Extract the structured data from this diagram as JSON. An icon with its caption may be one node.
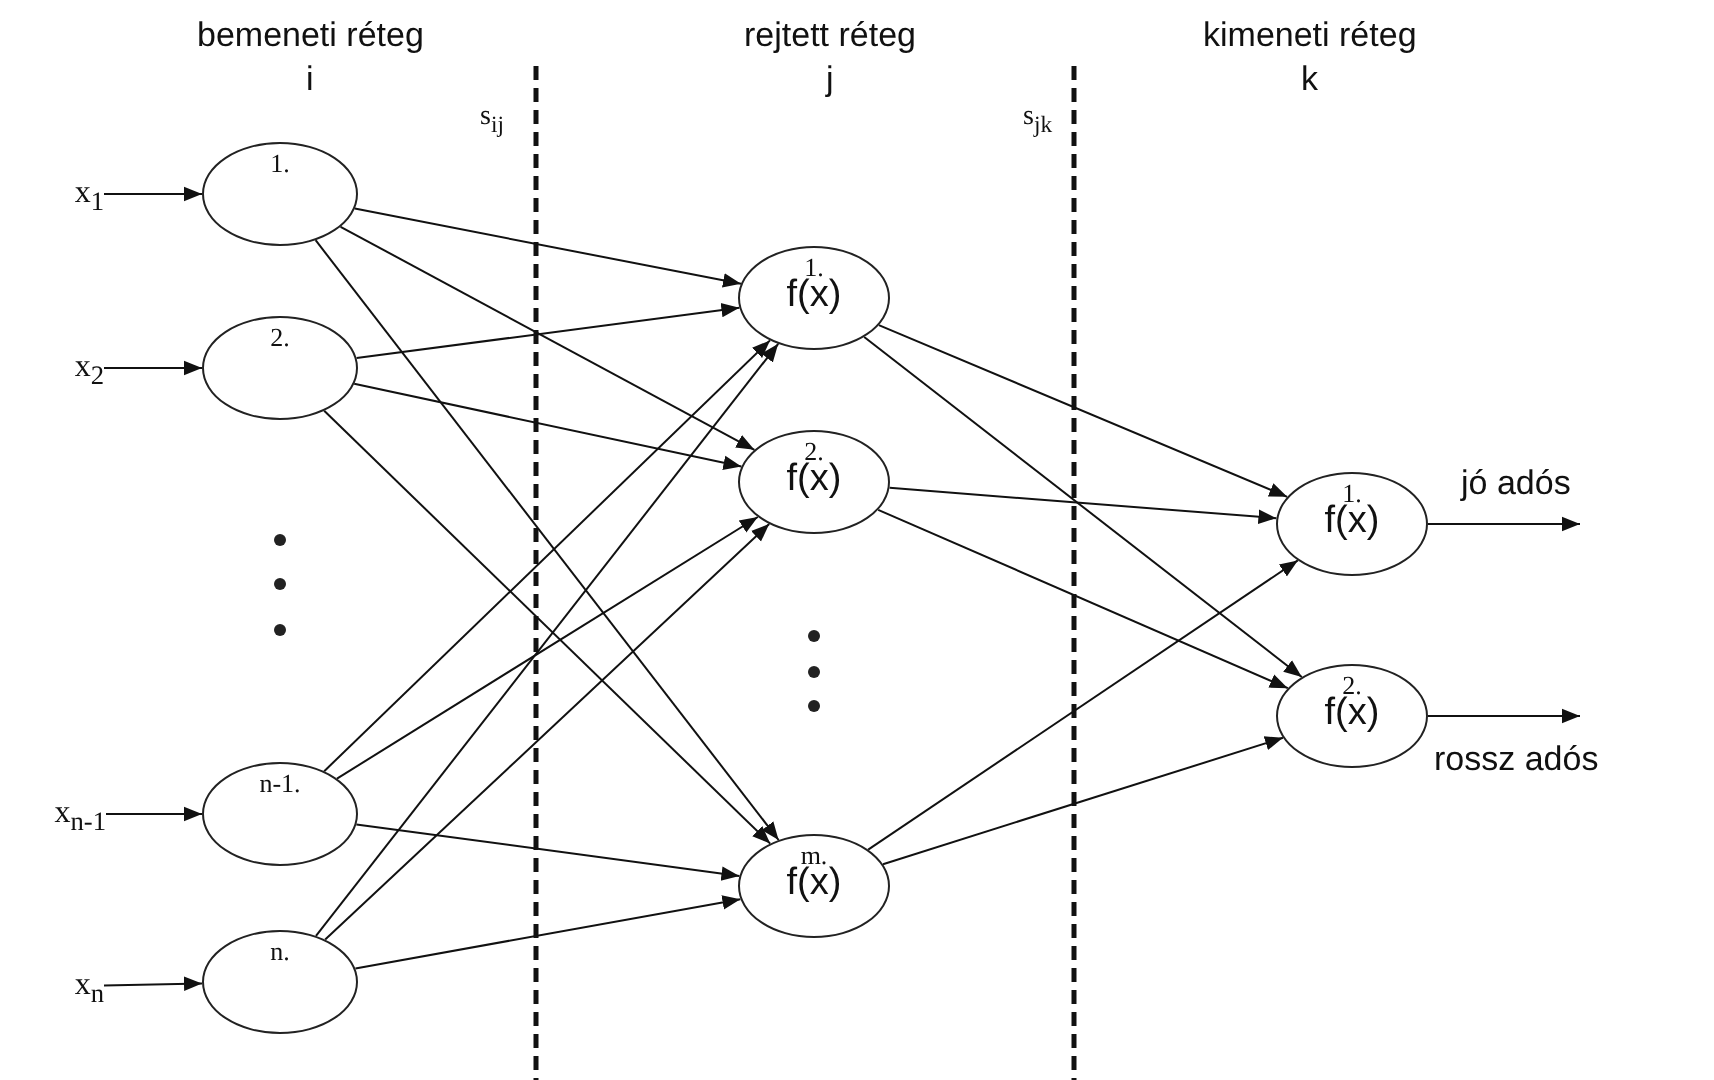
{
  "diagram": {
    "nodes": [
      {
        "text": [
          "x$_{1}$"
        ]
      },
      {
        "text": [
          "x$_{2}$"
        ]
      },
      {
        "text": [
          "x$_{n-1}$"
        ]
      },
      {
        "text": [
          "x$_{n}$"
        ]
      },
      {
        "text": [
          "1."
        ]
      },
      {
        "text": [
          "2."
        ]
      },
      {
        "text": [
          "n-1."
        ]
      },
      {
        "text": [
          "n."
        ]
      },
      {
        "text": [
          "1.",
          "f(x)"
        ]
      },
      {
        "text": [
          "2.",
          "f(x)"
        ]
      },
      {
        "text": [
          "m.",
          "f(x)"
        ]
      },
      {
        "text": [
          "1.",
          "f(x)"
        ]
      },
      {
        "text": [
          "2.",
          "f(x)"
        ]
      }
    ],
    "edges": [
      {
        "from": 0,
        "to": 4,
        "arrow": "to"
      },
      {
        "from": 1,
        "to": 5,
        "arrow": "to"
      },
      {
        "from": 2,
        "to": 6,
        "arrow": "to"
      },
      {
        "from": 3,
        "to": 7,
        "arrow": "to"
      },
      {
        "from": 4,
        "to": 8,
        "arrow": "to"
      },
      {
        "from": 4,
        "to": 9,
        "arrow": "to"
      },
      {
        "from": 4,
        "to": 10,
        "arrow": "to"
      },
      {
        "from": 5,
        "to": 8,
        "arrow": "to"
      },
      {
        "from": 5,
        "to": 9,
        "arrow": "to"
      },
      {
        "from": 5,
        "to": 10,
        "arrow": "to"
      },
      {
        "from": 6,
        "to": 8,
        "arrow": "to"
      },
      {
        "from": 6,
        "to": 9,
        "arrow": "to"
      },
      {
        "from": 6,
        "to": 10,
        "arrow": "to"
      },
      {
        "from": 7,
        "to": 8,
        "arrow": "to"
      },
      {
        "from": 7,
        "to": 9,
        "arrow": "to"
      },
      {
        "from": 7,
        "to": 10,
        "arrow": "to"
      },
      {
        "from": 8,
        "to": 11,
        "arrow": "to"
      },
      {
        "from": 8,
        "to": 12,
        "arrow": "to"
      },
      {
        "from": 9,
        "to": 11,
        "arrow": "to"
      },
      {
        "from": 9,
        "to": 12,
        "arrow": "to"
      },
      {
        "from": 10,
        "to": 11,
        "arrow": "to"
      },
      {
        "from": 10,
        "to": 12,
        "arrow": "to"
      },
      {
        "from": 11,
        "to": null,
        "arrow": "to",
        "label": "jó adós"
      },
      {
        "from": 12,
        "to": null,
        "arrow": "to",
        "label": "rossz adós"
      }
    ],
    "labels": [
      "bemeneti réteg",
      "i",
      "rejtett réteg",
      "j",
      "kimeneti réteg",
      "k",
      "s$_{ij}$",
      "s$_{jk}$"
    ]
  }
}
